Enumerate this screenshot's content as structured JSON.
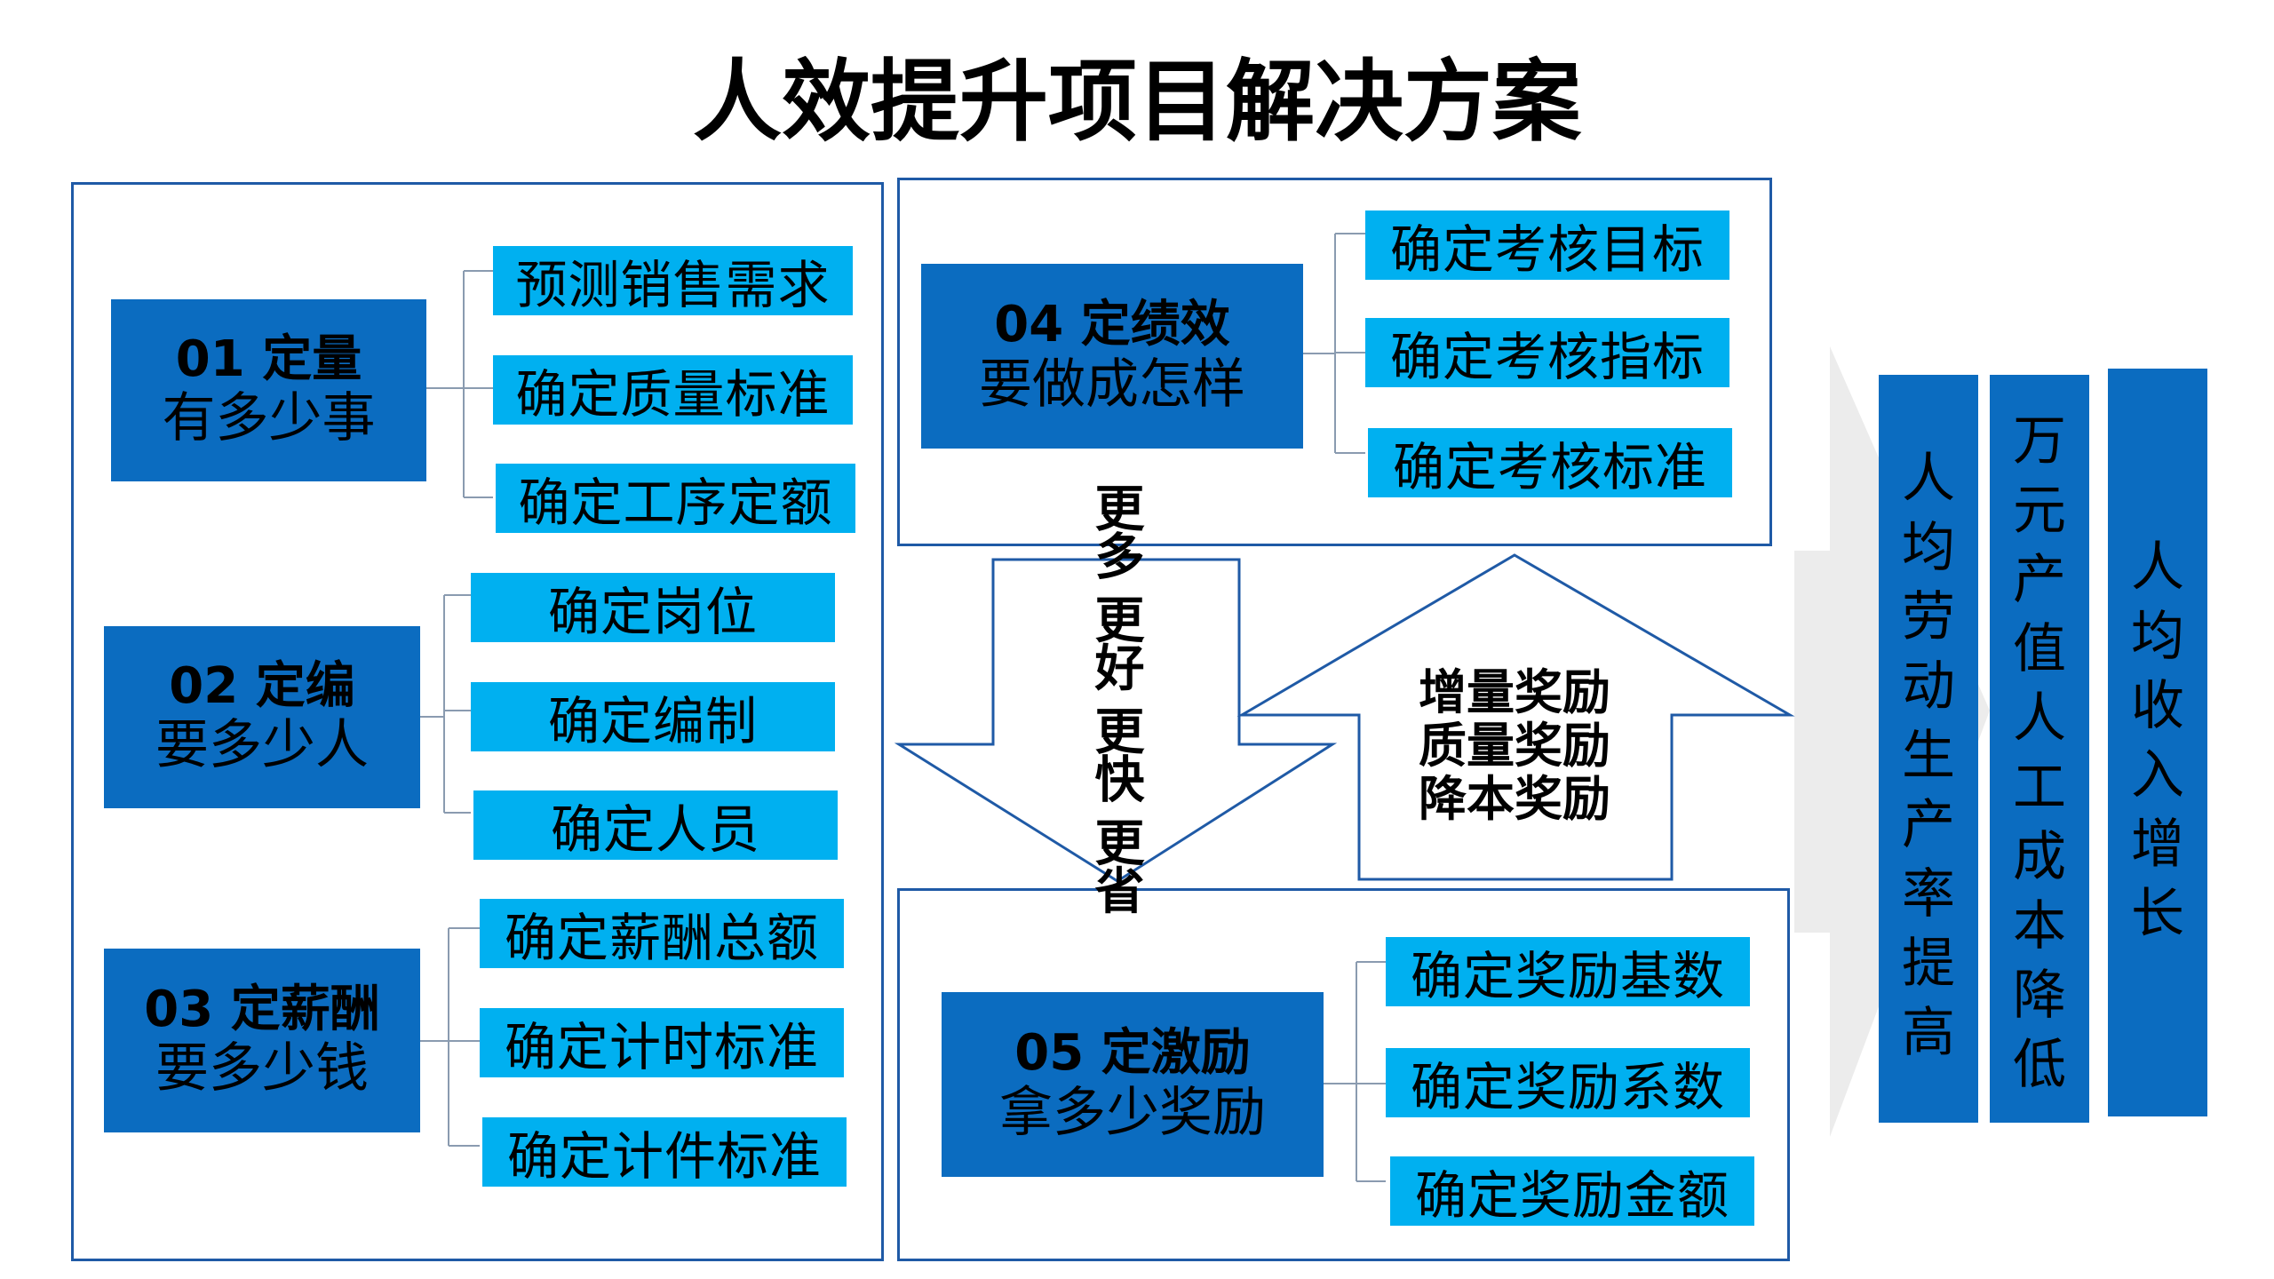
{
  "title": "人效提升项目解决方案",
  "groups": [
    {
      "id": "01",
      "main_line1": "01 定量",
      "main_line2": "有多少事",
      "items": [
        "预测销售需求",
        "确定质量标准",
        "确定工序定额"
      ]
    },
    {
      "id": "02",
      "main_line1": "02 定编",
      "main_line2": "要多少人",
      "items": [
        "确定岗位",
        "确定编制",
        "确定人员"
      ]
    },
    {
      "id": "03",
      "main_line1": "03 定薪酬",
      "main_line2": "要多少钱",
      "items": [
        "确定薪酬总额",
        "确定计时标准",
        "确定计件标准"
      ]
    },
    {
      "id": "04",
      "main_line1": "04 定绩效",
      "main_line2": "要做成怎样",
      "items": [
        "确定考核目标",
        "确定考核指标",
        "确定考核标准"
      ]
    },
    {
      "id": "05",
      "main_line1": "05 定激励",
      "main_line2": "拿多少奖励",
      "items": [
        "确定奖励基数",
        "确定奖励系数",
        "确定奖励金额"
      ]
    }
  ],
  "down_arrow": {
    "lines": [
      "更多",
      "更好",
      "更快",
      "更省"
    ]
  },
  "up_arrow": {
    "lines": [
      "增量奖励",
      "质量奖励",
      "降本奖励"
    ]
  },
  "outcomes": [
    {
      "chars": [
        "人",
        "均",
        "劳",
        "动",
        "生",
        "产",
        "率",
        "提",
        "高"
      ]
    },
    {
      "chars": [
        "万",
        "元",
        "产",
        "值",
        "人",
        "工",
        "成",
        "本",
        "降",
        "低"
      ]
    },
    {
      "chars": [
        "人",
        "均",
        "收",
        "入",
        "增",
        "长"
      ]
    }
  ],
  "colors": {
    "main_box": "#0b6cc0",
    "sub_box": "#00b0f0",
    "panel_border": "#1f5aa6",
    "big_arrow": "#ececec"
  }
}
